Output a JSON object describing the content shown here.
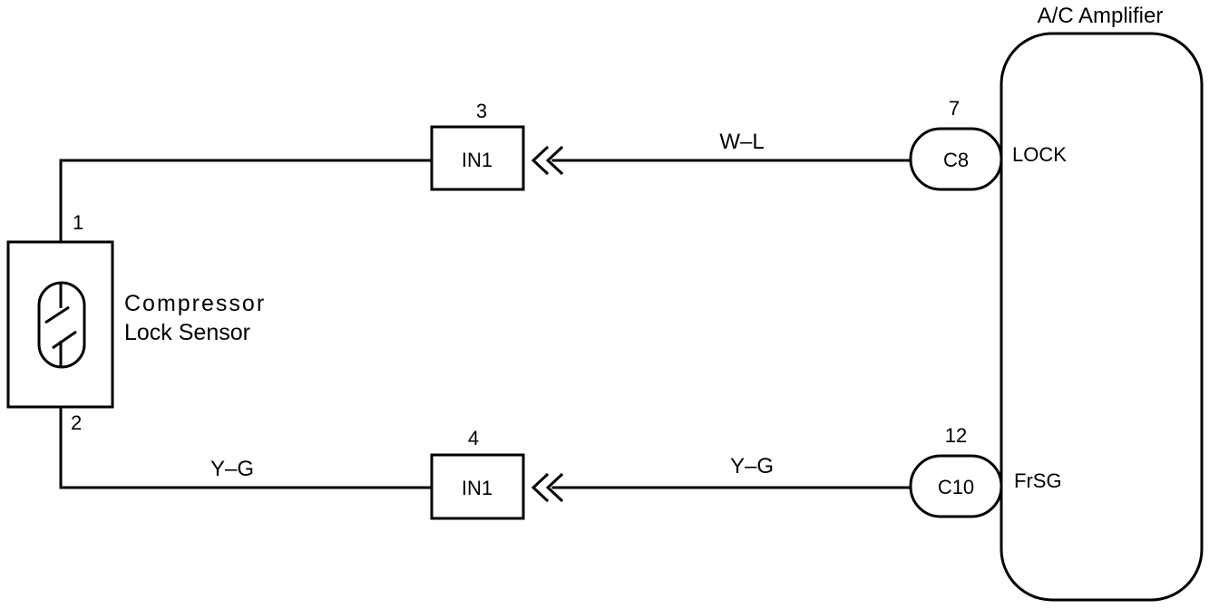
{
  "amplifier": {
    "title": "A/C Amplifier",
    "terminals": [
      {
        "pin": "7",
        "connector": "C8",
        "signal": "LOCK"
      },
      {
        "pin": "12",
        "connector": "C10",
        "signal": "FrSG"
      }
    ]
  },
  "sensor": {
    "name_line1": "Compressor",
    "name_line2": "Lock Sensor",
    "pins": [
      "1",
      "2"
    ]
  },
  "junctions": [
    {
      "pin": "3",
      "connector": "IN1"
    },
    {
      "pin": "4",
      "connector": "IN1"
    }
  ],
  "wires": {
    "upper_right": "W–L",
    "lower_left": "Y–G",
    "lower_right": "Y–G"
  }
}
